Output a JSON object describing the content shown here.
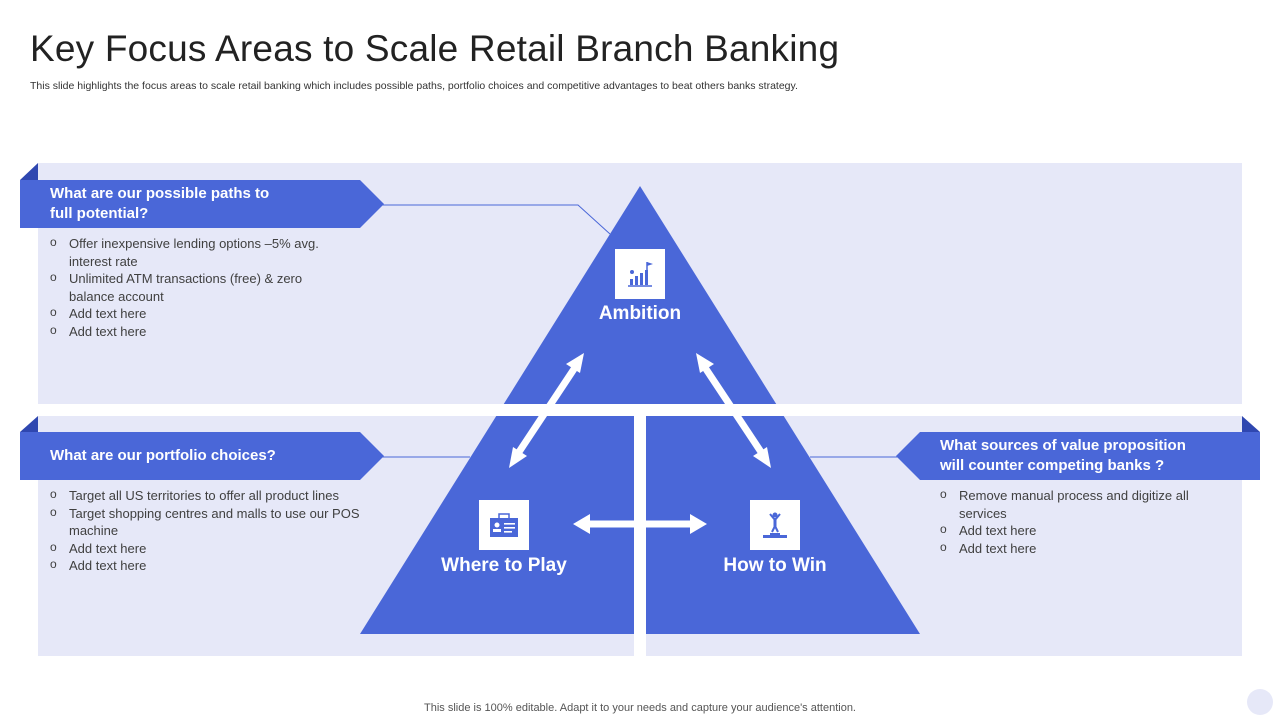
{
  "title": "Key Focus Areas to Scale Retail Branch Banking",
  "subtitle": "This slide highlights the focus areas to scale retail banking which includes possible paths, portfolio choices and competitive advantages to beat others banks strategy.",
  "colors": {
    "accent": "#4a67d8",
    "panel": "#e6e8f8"
  },
  "sections": {
    "paths": {
      "heading": [
        "What are our possible paths to",
        "full potential?"
      ],
      "bullets": [
        "Offer inexpensive lending options –5% avg.",
        "interest rate",
        "Unlimited ATM transactions (free) & zero",
        "balance account",
        "Add text here",
        "Add text here"
      ]
    },
    "portfolio": {
      "heading": [
        "What are our portfolio choices?"
      ],
      "bullets": [
        "Target all US territories to offer all product lines",
        "Target shopping centres and malls to use our POS",
        "machine",
        "Add text here",
        "Add text here"
      ]
    },
    "value": {
      "heading": [
        "What sources of value proposition",
        "will counter competing banks ?"
      ],
      "bullets": [
        "Remove manual process and digitize all",
        "services",
        "Add text here",
        "Add text here"
      ]
    }
  },
  "pyramid": {
    "top_label": "Ambition",
    "left_label": "Where to Play",
    "right_label": "How to Win",
    "icons": {
      "top": "growth-chart-flag-icon",
      "left": "id-card-icon",
      "right": "podium-winner-icon"
    }
  },
  "footer": "This slide is 100% editable. Adapt it to your needs and capture your audience's attention."
}
